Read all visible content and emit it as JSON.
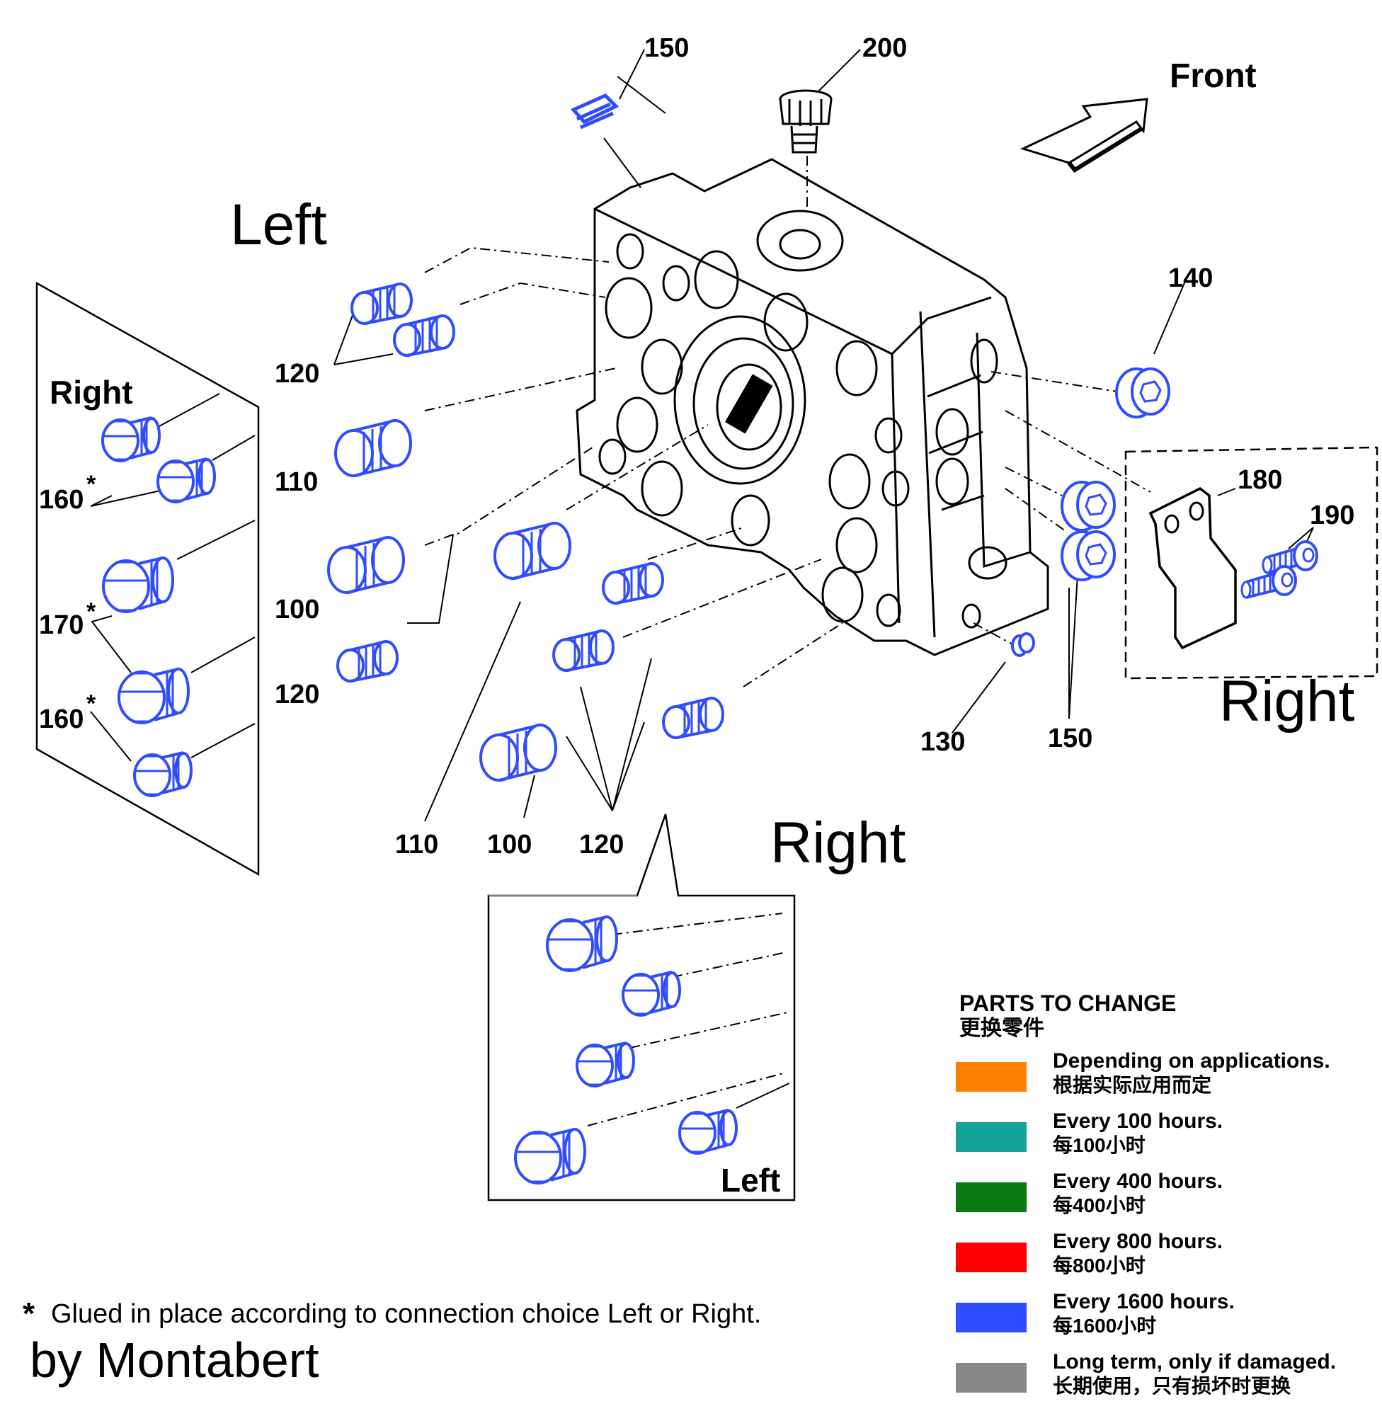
{
  "views": {
    "front": "Front",
    "left_top": "Left",
    "right_panel_left": "Right",
    "right_center": "Right",
    "right_lower_right": "Right",
    "left_box": "Left"
  },
  "part_numbers": {
    "p150_top": "150",
    "p200": "200",
    "p140": "140",
    "p180": "180",
    "p190": "190",
    "p120_a": "120",
    "p110_a": "110",
    "p100_a": "100",
    "p120_b": "120",
    "p160_a": "160",
    "p170": "170",
    "p160_b": "160",
    "p130": "130",
    "p150_bottom": "150",
    "p110_b": "110",
    "p100_b": "100",
    "p120_c": "120"
  },
  "asterisk": "*",
  "footnote": "Glued in place according to connection choice Left or Right.",
  "brand": "by Montabert",
  "legend": {
    "title_en": "PARTS TO CHANGE",
    "title_zh": "更换零件",
    "items": [
      {
        "color": "#ff8000",
        "en": "Depending on applications.",
        "zh": "根据实际应用而定"
      },
      {
        "color": "#13a39a",
        "en": "Every 100 hours.",
        "zh": "每100小时"
      },
      {
        "color": "#0b7a12",
        "en": "Every 400 hours.",
        "zh": "每400小时"
      },
      {
        "color": "#ff0000",
        "en": "Every 800 hours.",
        "zh": "每800小时"
      },
      {
        "color": "#2f4cff",
        "en": "Every 1600 hours.",
        "zh": "每1600小时"
      },
      {
        "color": "#888888",
        "en": "Long term, only if damaged.",
        "zh": "长期使用，只有损坏时更换"
      }
    ]
  }
}
